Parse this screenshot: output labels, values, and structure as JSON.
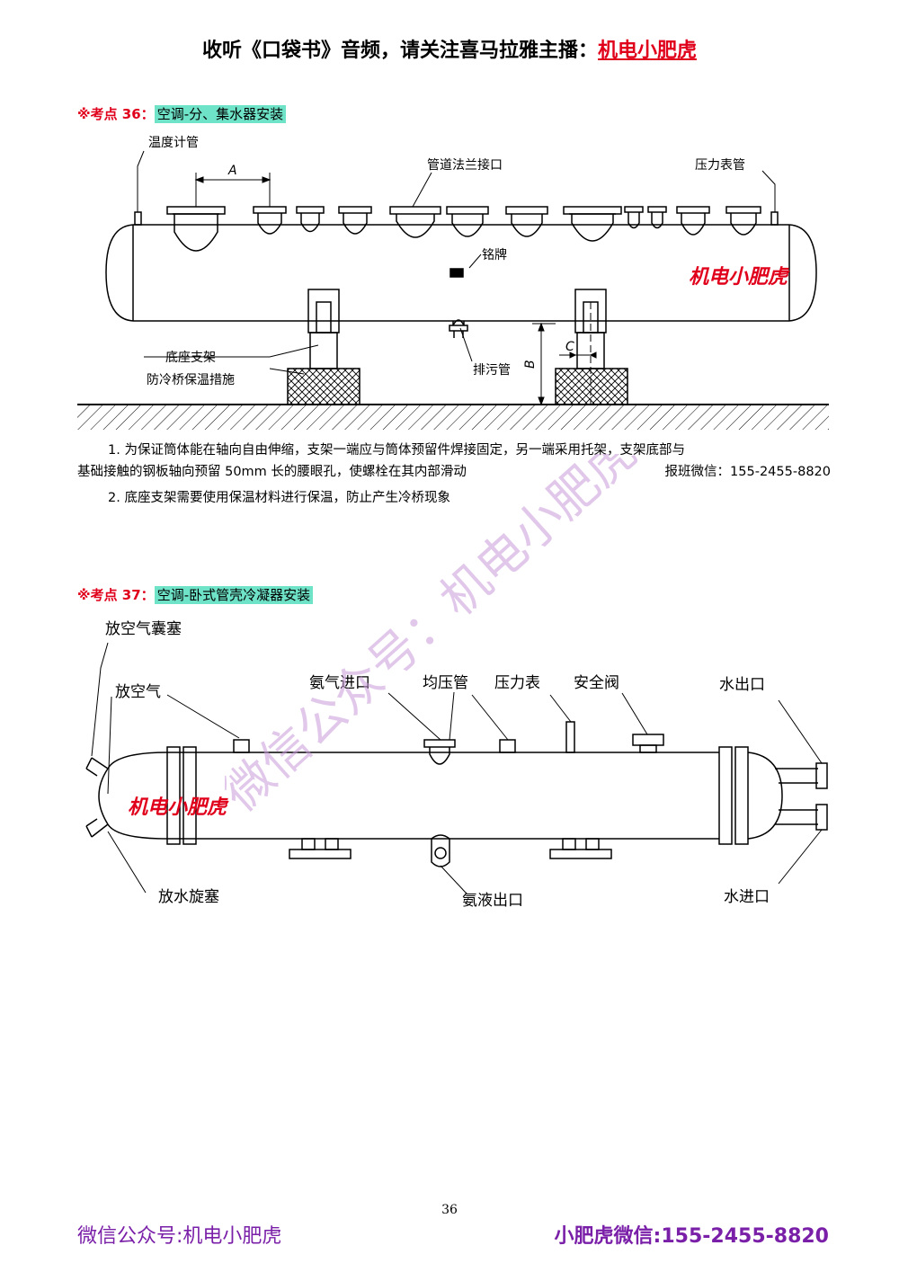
{
  "header": {
    "prefix": "收听《口袋书》音频，请关注喜马拉雅主播：",
    "highlight": "机电小肥虎"
  },
  "section36": {
    "marker": "※考点 36：",
    "title": "空调-分、集水器安装",
    "labels": {
      "temp_pipe": "温度计管",
      "flange": "管道法兰接口",
      "pressure_pipe": "压力表管",
      "nameplate": "铭牌",
      "brand": "机电小肥虎",
      "base": "底座支架",
      "antibridge": "防冷桥保温措施",
      "drain": "排污管",
      "dim_a": "A",
      "dim_b": "B",
      "dim_c": "C"
    },
    "note1a": "1. 为保证筒体能在轴向自由伸缩，支架一端应与筒体预留件焊接固定，另一端采用托架，支架底部与",
    "note1b": "基础接触的钢板轴向预留 50mm 长的腰眼孔，使螺栓在其内部滑动",
    "contact": "报班微信：155-2455-8820",
    "note2": "2. 底座支架需要使用保温材料进行保温，防止产生冷桥现象"
  },
  "section37": {
    "marker": "※考点 37：",
    "title": "空调-卧式管壳冷凝器安装",
    "labels": {
      "vent_plug": "放空气囊塞",
      "vent": "放空气",
      "ammonia_in": "氨气进口",
      "equalizer": "均压管",
      "pressure_gauge": "压力表",
      "safety_valve": "安全阀",
      "water_out": "水出口",
      "brand": "机电小肥虎",
      "drain_plug": "放水旋塞",
      "liquid_out": "氨液出口",
      "water_in": "水进口"
    }
  },
  "watermark": "微信公众号：机电小肥虎",
  "page_number": "36",
  "footer": {
    "left": "微信公众号:机电小肥虎",
    "right": "小肥虎微信:155-2455-8820"
  }
}
